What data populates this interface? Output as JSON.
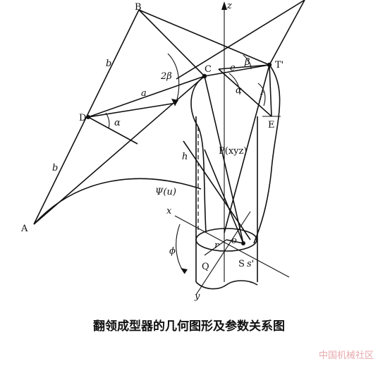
{
  "diagram": {
    "caption": "翻领成型器的几何图形及参数关系图",
    "watermark": "中国机械社区",
    "points": {
      "A": "A",
      "B": "B",
      "C": "C",
      "D": "D",
      "E": "E",
      "T": "T'",
      "P": "P(xyz)",
      "Q": "Q",
      "S": "S",
      "S2": "s'",
      "O": "o"
    },
    "axes": {
      "z": "z",
      "x": "x",
      "y": "y"
    },
    "measures": {
      "b_top": "b",
      "b_bottom": "b",
      "a": "a",
      "two_beta": "2β",
      "alpha_D": "α",
      "alpha_C": "α",
      "beta": "β",
      "e": "e",
      "f": "f",
      "h": "h",
      "psi": "Ψ(u)",
      "r": "r",
      "phi": "ϕ"
    }
  }
}
